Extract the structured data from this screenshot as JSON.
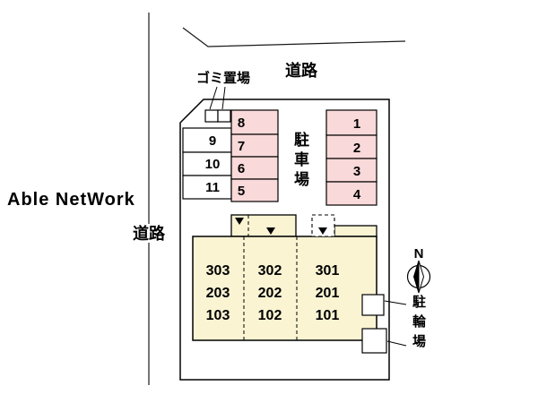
{
  "watermark": "Able NetWork",
  "labels": {
    "road_top": "道路",
    "road_left": "道路",
    "garbage_area": "ゴミ置場",
    "parking_area": "駐車場",
    "bicycle_area": "駐輪場",
    "compass_north": "N"
  },
  "parking_spaces": {
    "left_outer": [
      "9",
      "10",
      "11"
    ],
    "left_inner": [
      "8",
      "7",
      "6",
      "5"
    ],
    "right": [
      "1",
      "2",
      "3",
      "4"
    ]
  },
  "building_units": {
    "stack_left": [
      "303",
      "203",
      "103"
    ],
    "stack_middle": [
      "302",
      "202",
      "102"
    ],
    "stack_right": [
      "301",
      "201",
      "101"
    ]
  },
  "colors": {
    "parking_fill": "#f9d9d9",
    "building_fill": "#faf4d3",
    "watermark_gray": "#8a9095",
    "line_black": "#1a1a1a"
  }
}
